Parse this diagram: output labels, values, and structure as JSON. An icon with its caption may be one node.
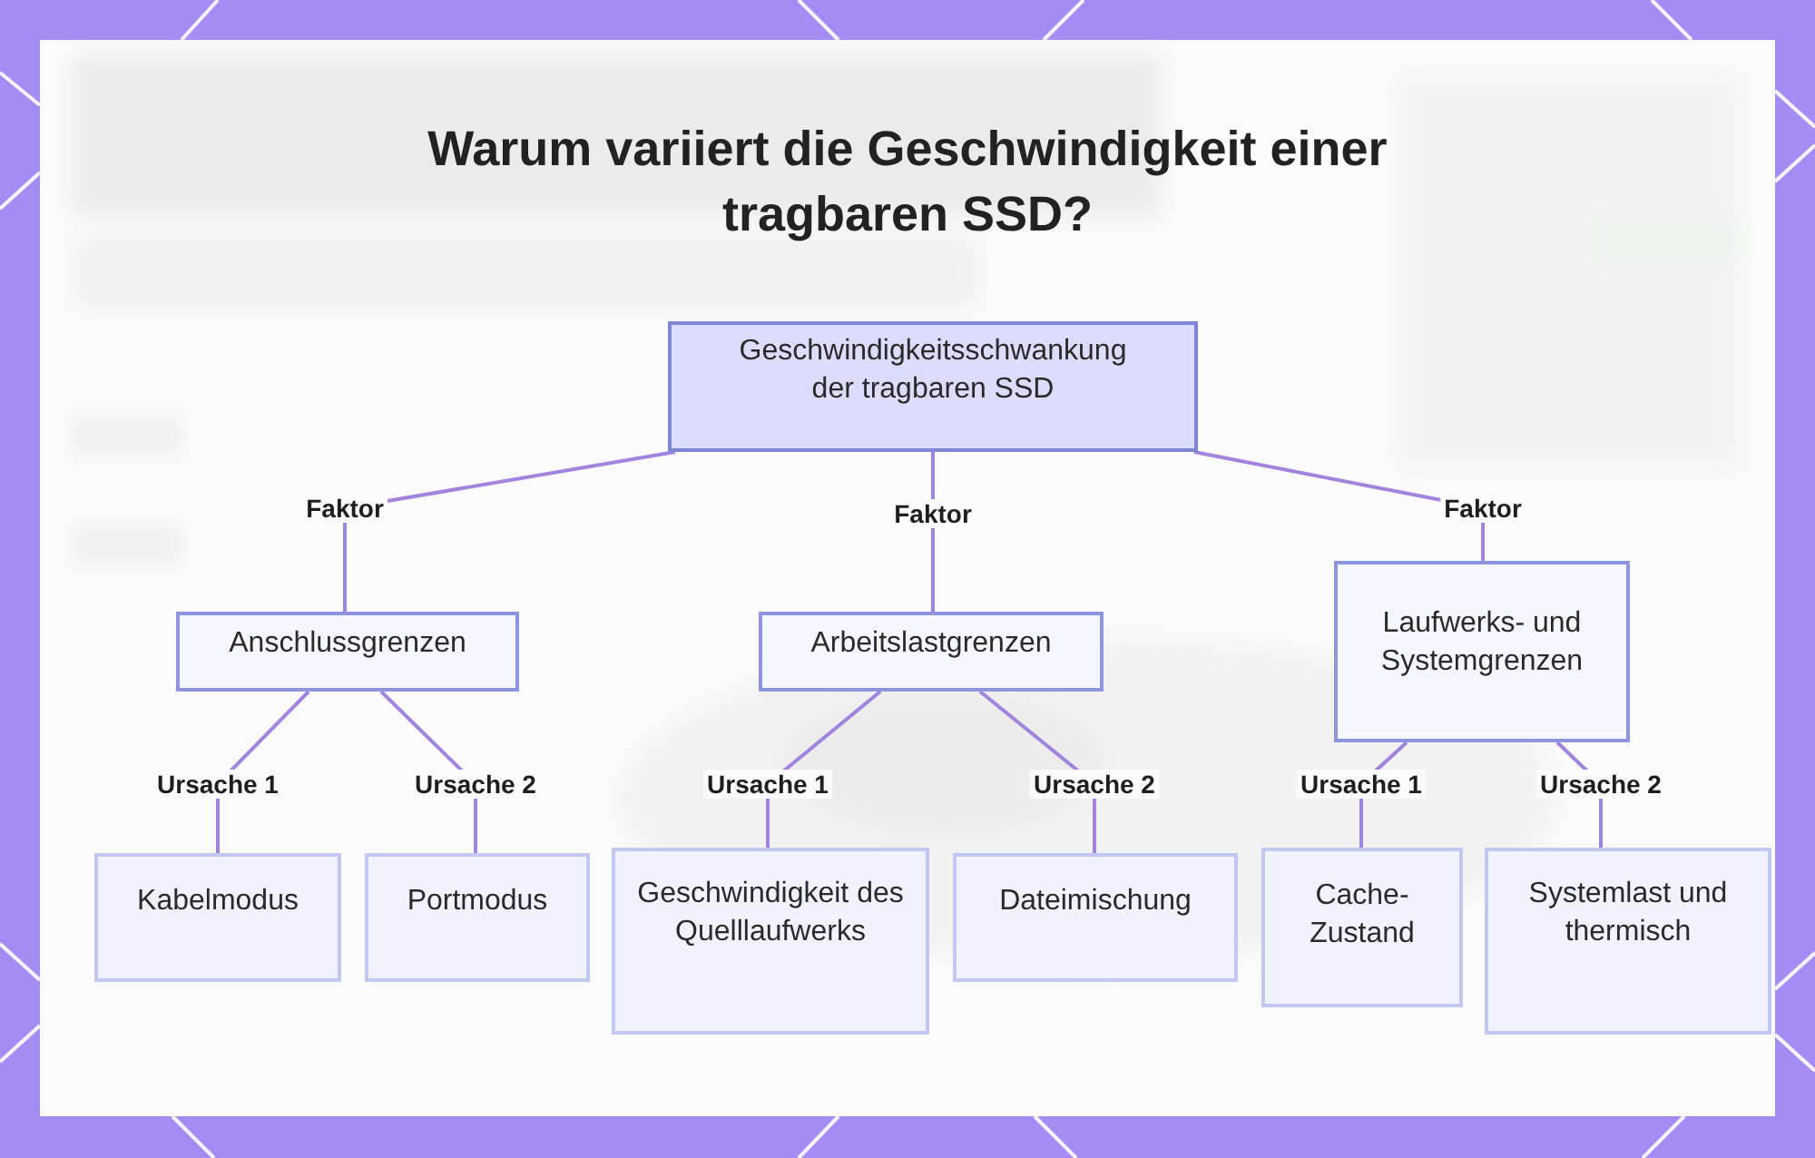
{
  "diagram": {
    "title": "Warum variiert die Geschwindigkeit einer tragbaren SSD?",
    "nodes": [
      {
        "text": [
          "Geschwindigkeitsschwankung der tragbaren SSD"
        ]
      },
      {
        "text": [
          "Anschlussgrenzen"
        ]
      },
      {
        "text": [
          "Arbeitslastgrenzen"
        ]
      },
      {
        "text": [
          "Laufwerks- und Systemgrenzen"
        ]
      },
      {
        "text": [
          "Kabelmodus"
        ]
      },
      {
        "text": [
          "Portmodus"
        ]
      },
      {
        "text": [
          "Geschwindigkeit des Quelllaufwerks"
        ]
      },
      {
        "text": [
          "Dateimischung"
        ]
      },
      {
        "text": [
          "Cache-Zustand"
        ]
      },
      {
        "text": [
          "Systemlast und thermisch"
        ]
      }
    ],
    "edges": [
      {
        "from": 0,
        "to": 1,
        "arrow": "none",
        "label": "Faktor"
      },
      {
        "from": 0,
        "to": 2,
        "arrow": "none",
        "label": "Faktor"
      },
      {
        "from": 0,
        "to": 3,
        "arrow": "none",
        "label": "Faktor"
      },
      {
        "from": 1,
        "to": 4,
        "arrow": "none",
        "label": "Ursache 1"
      },
      {
        "from": 1,
        "to": 5,
        "arrow": "none",
        "label": "Ursache 2"
      },
      {
        "from": 2,
        "to": 6,
        "arrow": "none",
        "label": "Ursache 1"
      },
      {
        "from": 2,
        "to": 7,
        "arrow": "none",
        "label": "Ursache 2"
      },
      {
        "from": 3,
        "to": 8,
        "arrow": "none",
        "label": "Ursache 1"
      },
      {
        "from": 3,
        "to": 9,
        "arrow": "none",
        "label": "Ursache 2"
      }
    ]
  }
}
